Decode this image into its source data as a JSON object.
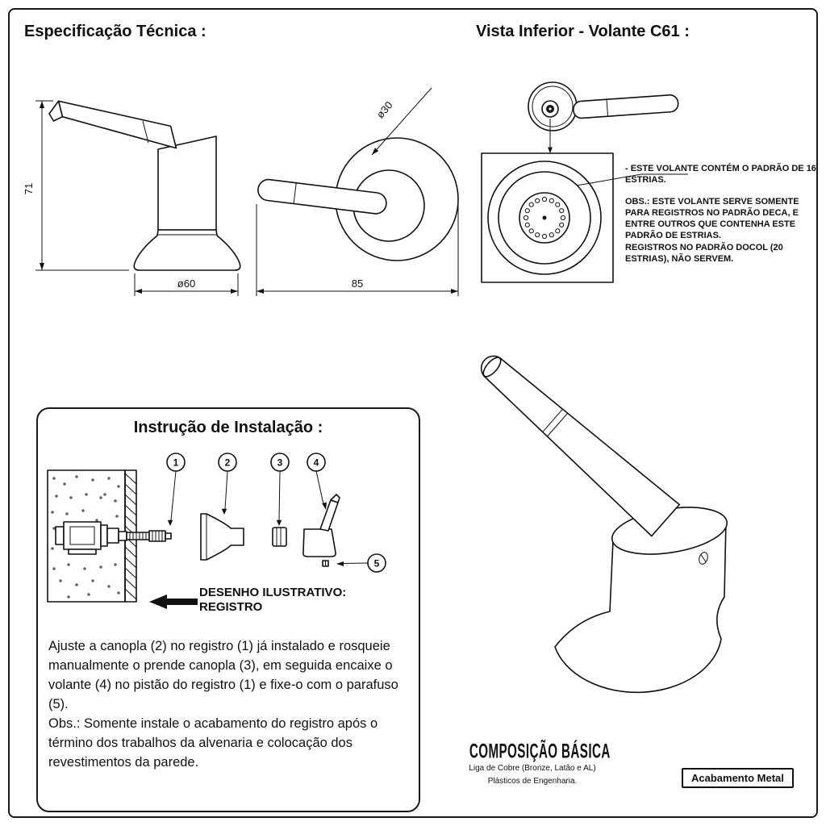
{
  "header": {
    "spec_title": "Especificação Técnica :",
    "bottom_view_title": "Vista Inferior - Volante C61 :"
  },
  "dimensions": {
    "height": "71",
    "base_diameter": "ø60",
    "lever_hub_diameter": "ø30",
    "total_length": "85"
  },
  "bottom_view": {
    "note_pattern": "- ESTE VOLANTE CONTÉM O PADRÃO DE 16 ESTRIAS.",
    "note_obs": "OBS.: ESTE VOLANTE SERVE SOMENTE PARA REGISTROS NO PADRÃO DECA, E ENTRE OUTROS QUE CONTENHA ESTE PADRÃO DE ESTRIAS.",
    "note_docol": "REGISTROS NO PADRÃO DOCOL (20 ESTRIAS), NÃO SERVEM."
  },
  "installation": {
    "title": "Instrução de Instalação :",
    "callouts": [
      "1",
      "2",
      "3",
      "4",
      "5"
    ],
    "arrow_label_line1": "DESENHO ILUSTRATIVO:",
    "arrow_label_line2": "REGISTRO",
    "instructions": "Ajuste a canopla (2) no registro (1) já instalado e rosqueie manualmente o prende canopla (3), em seguida encaixe o volante (4) no pistão do registro (1) e fixe-o com o parafuso (5).",
    "observation": "Obs.: Somente instale o acabamento do registro após o término dos trabalhos da alvenaria e colocação dos revestimentos da parede."
  },
  "composition": {
    "title": "COMPOSIÇÃO BÁSICA",
    "materials_line1": "Liga de Cobre (Bronze, Latão e AL)",
    "materials_line2": "Plásticos de Engenharia."
  },
  "finish": {
    "badge": "Acabamento Metal"
  }
}
